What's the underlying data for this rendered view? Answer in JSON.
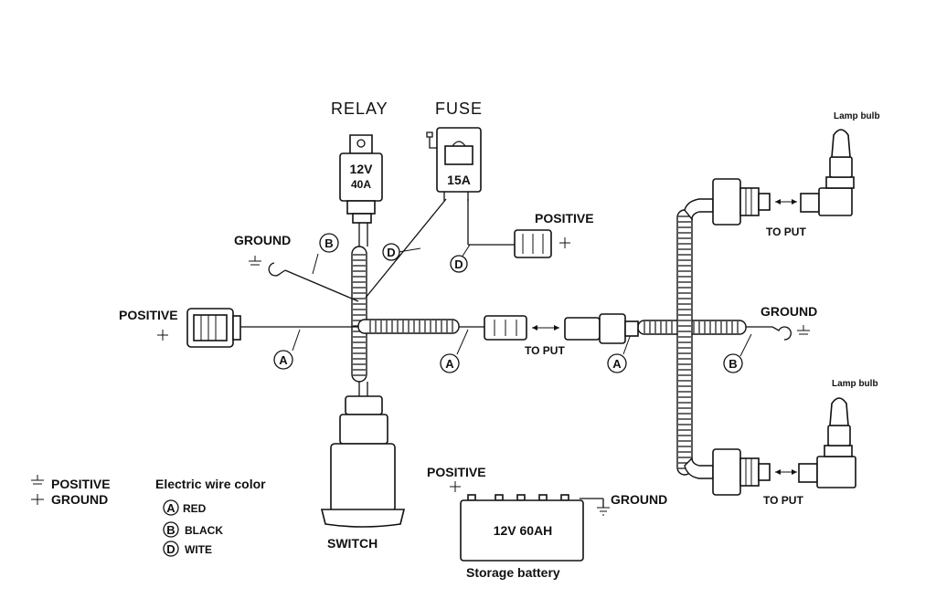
{
  "components": {
    "relay": {
      "title": "RELAY",
      "voltage": "12V",
      "current": "40A"
    },
    "fuse": {
      "title": "FUSE",
      "rating": "15A"
    },
    "switch": {
      "label": "SWITCH"
    },
    "battery": {
      "spec": "12V  60AH",
      "caption": "Storage battery",
      "positive": "POSITIVE",
      "ground": "GROUND"
    },
    "lamp_top": {
      "label": "Lamp bulb",
      "to_put": "TO PUT"
    },
    "lamp_bottom": {
      "label": "Lamp bulb",
      "to_put": "TO PUT"
    }
  },
  "labels": {
    "ground_left": "GROUND",
    "positive_fuse": "POSITIVE",
    "positive_left": "POSITIVE",
    "to_put_mid": "TO PUT",
    "ground_right": "GROUND"
  },
  "wire_markers": {
    "a": "A",
    "b": "B",
    "d": "D"
  },
  "legend": {
    "positive_text": "POSITIVE",
    "ground_text": "GROUND",
    "title": "Electric wire color",
    "entries": [
      {
        "code": "A",
        "color": "RED"
      },
      {
        "code": "B",
        "color": "BLACK"
      },
      {
        "code": "D",
        "color": "WITE"
      }
    ]
  }
}
